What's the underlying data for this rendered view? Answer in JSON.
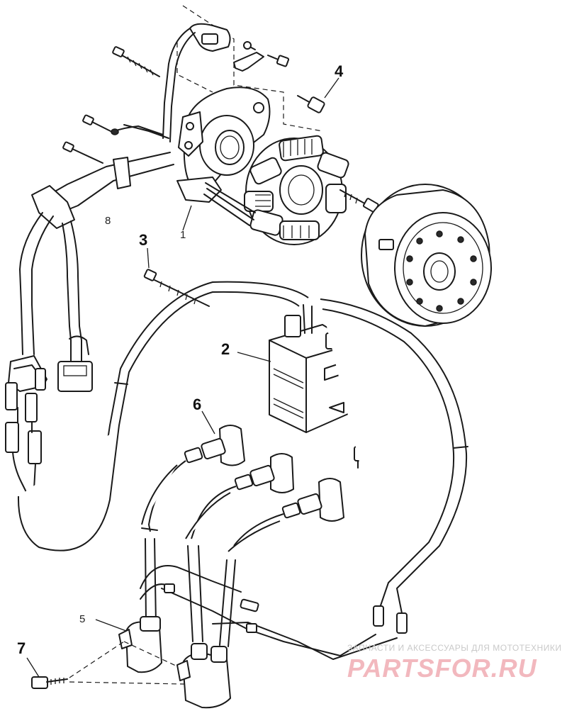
{
  "callouts": {
    "stator": "1",
    "cdi_box": "2",
    "cable_tie": "3",
    "bolt": "4",
    "ignition_coil": "5",
    "spark_plug_cap": "6",
    "coil_bolt": "7",
    "clamp": "8"
  },
  "watermark": {
    "tagline": "ЗАПЧАСТИ И АКСЕССУАРЫ ДЛЯ МОТОТЕХНИКИ",
    "brand": "PARTSFOR.RU"
  }
}
